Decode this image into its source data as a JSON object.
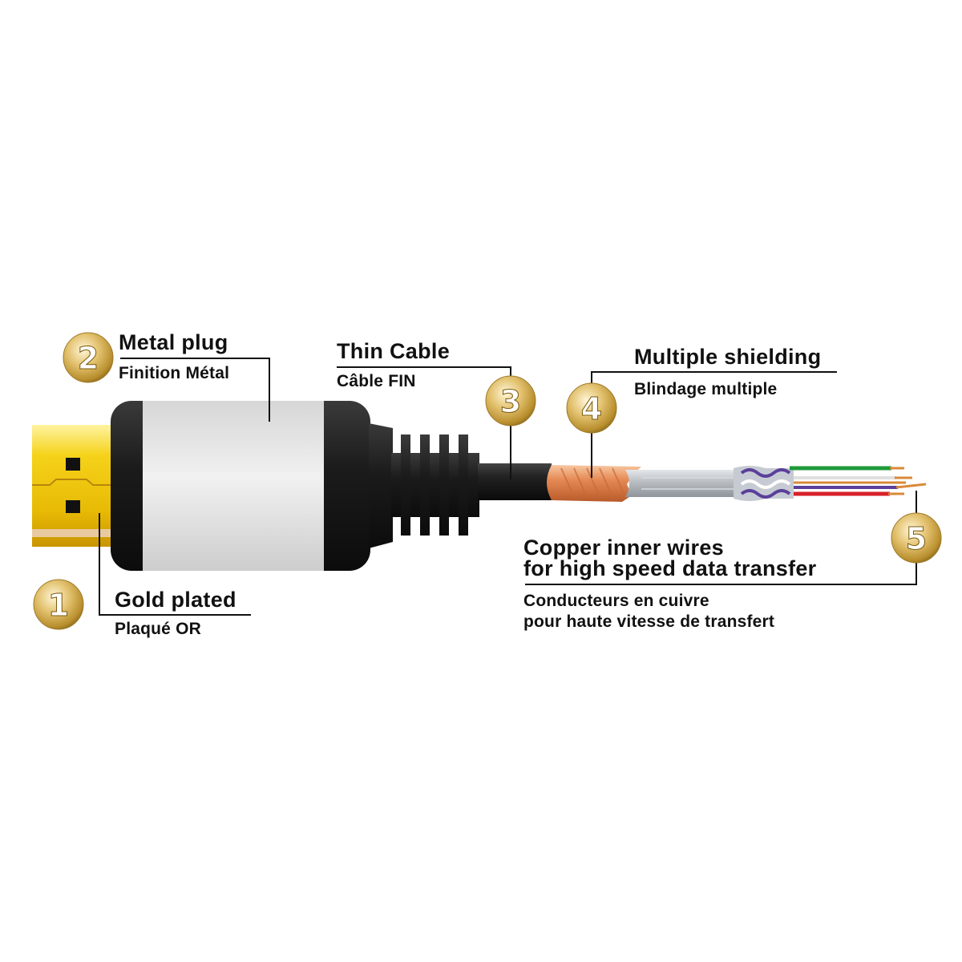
{
  "colors": {
    "gold": "#f2c811",
    "plug_body": "#e3e3e3",
    "plug_frame": "#1b1b1b",
    "braid": "#e58a55",
    "foil": "#b9bdc2",
    "wire_green": "#1f9a3a",
    "wire_red": "#d8202a",
    "wire_purple": "#5a3f9a",
    "badge": "#d7b25a"
  },
  "callouts": [
    {
      "number": "1",
      "en": "Gold plated",
      "fr": "Plaqué OR"
    },
    {
      "number": "2",
      "en": "Metal plug",
      "fr": "Finition Métal"
    },
    {
      "number": "3",
      "en": "Thin Cable",
      "fr": "Câble FIN"
    },
    {
      "number": "4",
      "en": "Multiple shielding",
      "fr": "Blindage multiple"
    },
    {
      "number": "5",
      "en_line1": "Copper inner wires",
      "en_line2": "for high speed data transfer",
      "fr_line1": "Conducteurs en cuivre",
      "fr_line2": "pour haute vitesse de transfert"
    }
  ]
}
